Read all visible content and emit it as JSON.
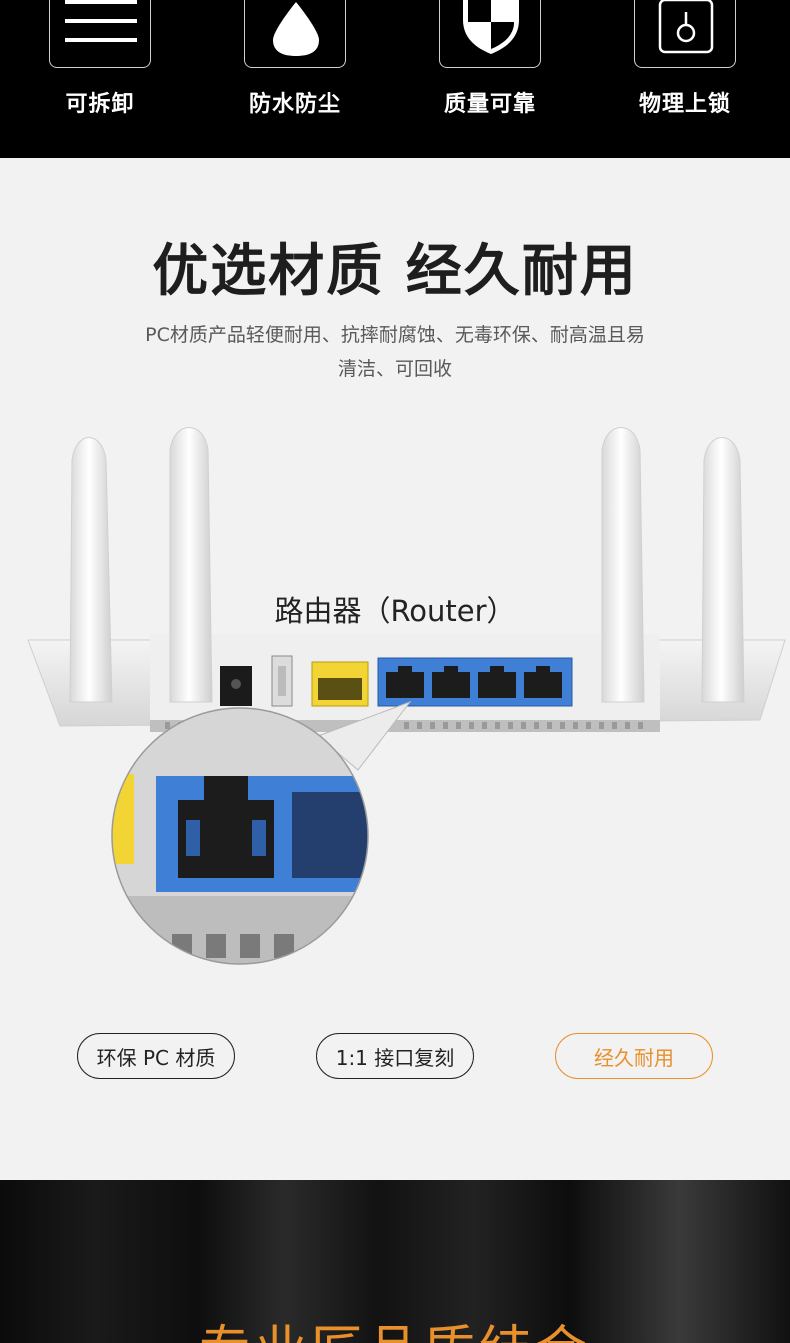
{
  "features": [
    {
      "icon": "menu-lines-icon",
      "label": "可拆卸"
    },
    {
      "icon": "water-drop-icon",
      "label": "防水防尘"
    },
    {
      "icon": "shield-icon",
      "label": "质量可靠"
    },
    {
      "icon": "lock-hook-icon",
      "label": "物理上锁"
    }
  ],
  "section": {
    "title": "优选材质 经久耐用",
    "desc_line1": "PC材质产品轻便耐用、抗摔耐腐蚀、无毒环保、耐高温且易",
    "desc_line2": "清洁、可回收",
    "router_label": "路由器（Router）"
  },
  "tags": [
    {
      "label": "环保 PC 材质",
      "active": false
    },
    {
      "label": "1:1 接口复刻",
      "active": false
    },
    {
      "label": "经久耐用",
      "active": true
    }
  ],
  "bottom": {
    "title": "专业匠品质结合"
  },
  "colors": {
    "accent": "#e8902b",
    "port_blue": "#3f7fd6",
    "port_yellow": "#f2d535"
  }
}
